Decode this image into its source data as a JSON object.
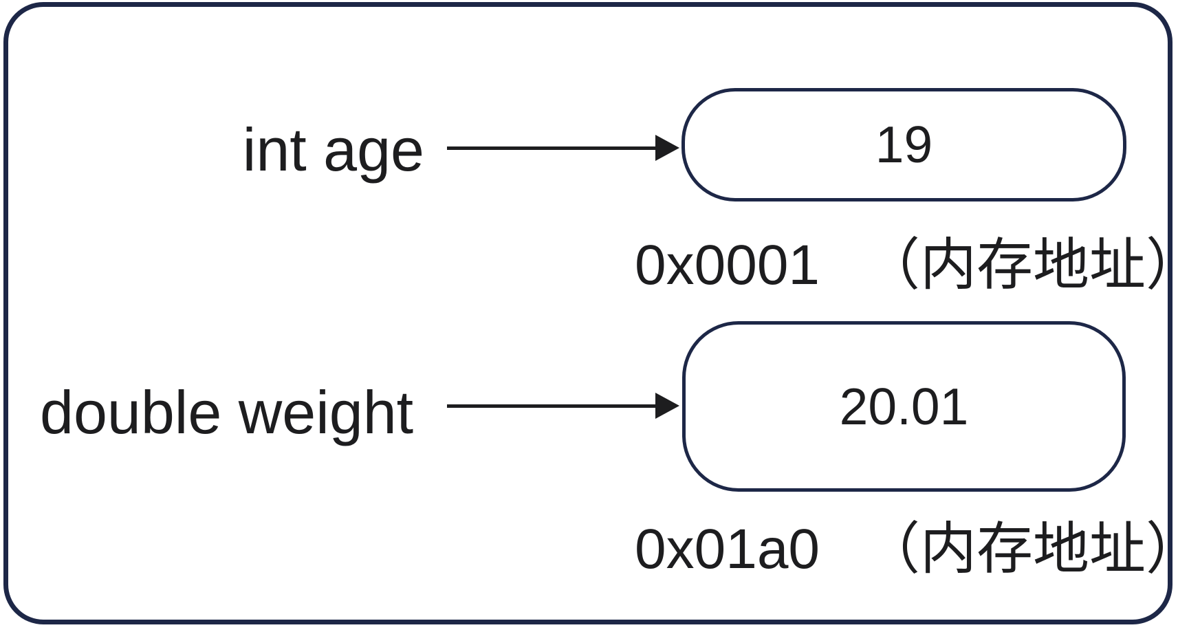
{
  "diagram": {
    "description": "Variables pointing to memory boxes with addresses",
    "colors": {
      "frame_navy": "#1d2747",
      "ink_black": "#1d1d1f",
      "background": "#ffffff"
    },
    "rows": [
      {
        "variable": "int age",
        "value": "19",
        "address": "0x0001",
        "address_note": "（内存地址）"
      },
      {
        "variable": "double weight",
        "value": "20.01",
        "address": "0x01a0",
        "address_note": "（内存地址）"
      }
    ]
  }
}
